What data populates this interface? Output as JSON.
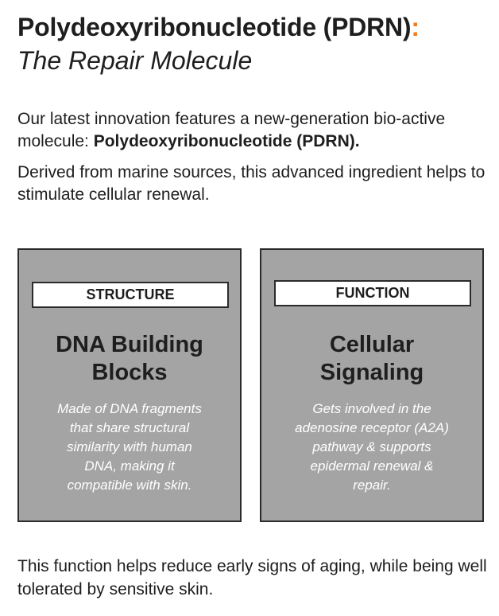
{
  "header": {
    "title": "Polydeoxyribonucleotide (PDRN)",
    "title_colon": ":",
    "subtitle": "The Repair Molecule",
    "accent_color": "#f07a1d"
  },
  "intro": {
    "text": "Our latest innovation features a new-generation bio-active molecule: ",
    "bold": "Polydeoxyribonucleotide (PDRN)."
  },
  "derived": {
    "text": "Derived from marine sources, this advanced ingredient helps to stimulate cellular renewal."
  },
  "cards": [
    {
      "tag": "STRUCTURE",
      "heading_lines": [
        "DNA Building",
        "Blocks"
      ],
      "body_lines": [
        "Made of DNA fragments",
        "that share structural",
        "similarity with human",
        "DNA, making it",
        "compatible with skin."
      ]
    },
    {
      "tag": "FUNCTION",
      "heading_lines": [
        "Cellular",
        "Signaling"
      ],
      "body_lines": [
        "Gets involved in the",
        "adenosine receptor (A2A)",
        "pathway & supports",
        "epidermal renewal &",
        "repair."
      ]
    }
  ],
  "closing": {
    "text": "This function helps reduce early signs of aging, while being well tolerated by sensitive skin."
  },
  "colors": {
    "card_background": "#a4a4a4",
    "card_border": "#2b2b2b",
    "card_body_text": "#ffffff"
  }
}
